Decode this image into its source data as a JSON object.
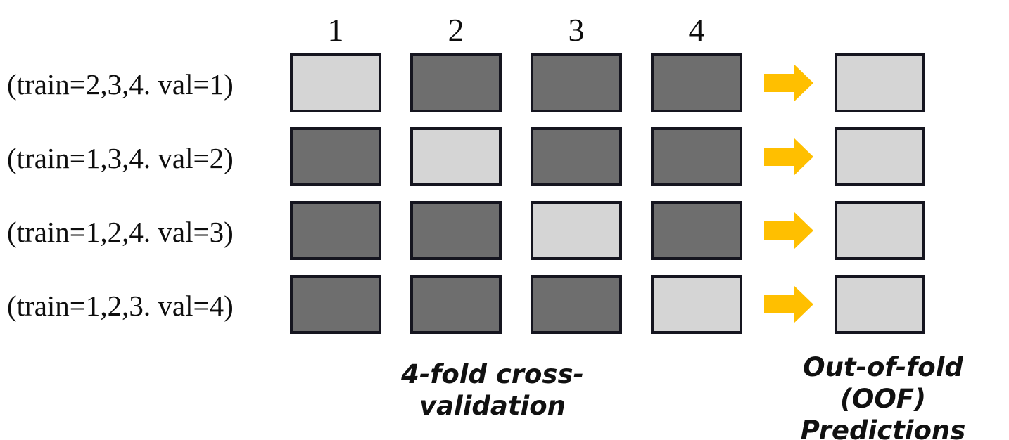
{
  "figure": {
    "type": "diagram",
    "subject": "k-fold cross-validation and out-of-fold predictions",
    "background_color": "#ffffff",
    "colors": {
      "validation_fold": "#d5d5d5",
      "training_fold": "#6e6e6e",
      "cell_border": "#15151f",
      "arrow": "#ffbf00",
      "text": "#0d0d0d"
    }
  },
  "columns": {
    "headers": [
      "1",
      "2",
      "3",
      "4"
    ]
  },
  "rows": [
    {
      "label": "(train=2,3,4. val=1)",
      "folds": [
        "validation",
        "train",
        "train",
        "train"
      ],
      "arrow": "right-arrow",
      "oof": "oof-block"
    },
    {
      "label": "(train=1,3,4. val=2)",
      "folds": [
        "train",
        "validation",
        "train",
        "train"
      ],
      "arrow": "right-arrow",
      "oof": "oof-block"
    },
    {
      "label": "(train=1,2,4. val=3)",
      "folds": [
        "train",
        "train",
        "validation",
        "train"
      ],
      "arrow": "right-arrow",
      "oof": "oof-block"
    },
    {
      "label": "(train=1,2,3. val=4)",
      "folds": [
        "train",
        "train",
        "train",
        "validation"
      ],
      "arrow": "right-arrow",
      "oof": "oof-block"
    }
  ],
  "captions": {
    "cross_validation": "4-fold cross-validation",
    "oof": "Out-of-fold (OOF)\nPredictions"
  }
}
